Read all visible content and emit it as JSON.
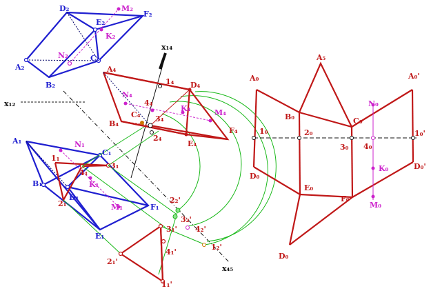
{
  "colors": {
    "blue": "#1f1fd0",
    "red": "#c01818",
    "magenta": "#cc22cc",
    "green": "#18b818",
    "black": "#111111",
    "navy": "#000066"
  },
  "labels": {
    "D2": "D₂",
    "E2": "E₂",
    "M2": "M₂",
    "F2": "F₂",
    "K2": "K₂",
    "N2": "N₂",
    "C2": "C₂",
    "A2": "A₂",
    "B2": "B₂",
    "A1": "A₁",
    "N1": "N₁",
    "C1": "C₁",
    "one1": "1₁",
    "three1": "3₁",
    "four1": "4₁",
    "K1": "K₁",
    "B1": "B₁",
    "D1": "D₁",
    "two1": "2₁",
    "M1": "M₁",
    "F1": "F₁",
    "E1": "E₁",
    "A4": "A₄",
    "one4": "1₄",
    "D4": "D₄",
    "N4": "N₄",
    "four4": "4₄",
    "C4": "C₄",
    "three4": "3₄",
    "K4": "K₄",
    "M4": "M₄",
    "B4": "B₄",
    "two4": "2₄",
    "E4": "E₄",
    "F4": "F₄",
    "two1p": "2₁'",
    "three1p": "3₁'",
    "four1p": "4₁'",
    "one1p": "1₁'",
    "two2p": "2₂'",
    "three2p": "3₂'",
    "four2p": "4₂'",
    "one2p": "1₂'",
    "x12": "x₁₂",
    "x14": "x₁₄",
    "x45": "x₄₅",
    "A0": "A₀",
    "A5": "A₅",
    "A0p": "A₀'",
    "B0": "B₀",
    "C0": "C₀",
    "N0": "N₀",
    "one0": "1₀",
    "two0": "2₀",
    "three0": "3₀",
    "four0": "4₀",
    "one0p": "1₀'",
    "D0": "D₀",
    "K0": "K₀",
    "D0p": "D₀'",
    "E0": "E₀",
    "F0": "F₀",
    "M0": "M₀",
    "D0b": "D₀"
  }
}
